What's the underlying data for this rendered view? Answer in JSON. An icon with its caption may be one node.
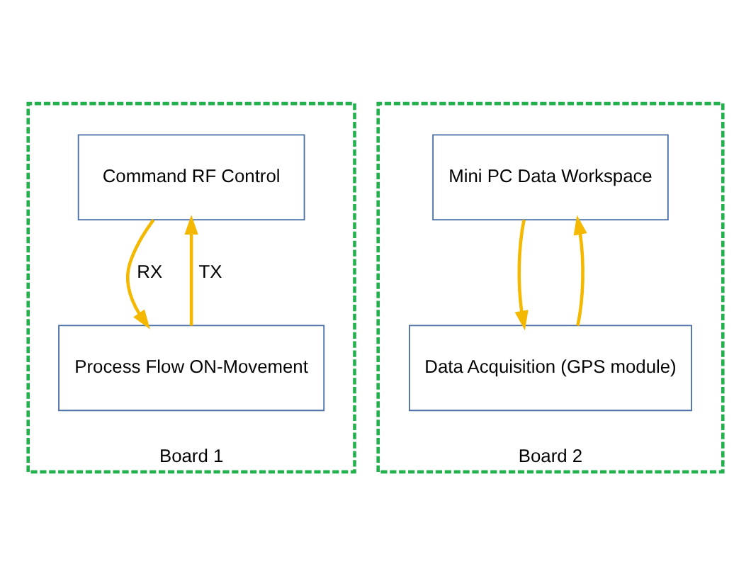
{
  "diagram": {
    "nodes": [
      {
        "text": [
          "Board 1"
        ]
      },
      {
        "text": [
          "Command RF Control"
        ],
        "in": 0
      },
      {
        "text": [
          "Process Flow ON-Movement"
        ],
        "in": 0
      },
      {
        "text": [
          "Board 2"
        ]
      },
      {
        "text": [
          "Mini PC Data Workspace"
        ],
        "in": 3
      },
      {
        "text": [
          "Data Acquisition (GPS module)"
        ],
        "in": 3
      }
    ],
    "edges": [
      {
        "from": 1,
        "to": 2,
        "arrow": "to",
        "label": "RX"
      },
      {
        "from": 2,
        "to": 1,
        "arrow": "to",
        "label": "TX"
      },
      {
        "from": 5,
        "to": 4,
        "arrow": "to"
      },
      {
        "from": 4,
        "to": 5,
        "arrow": "to"
      }
    ]
  }
}
